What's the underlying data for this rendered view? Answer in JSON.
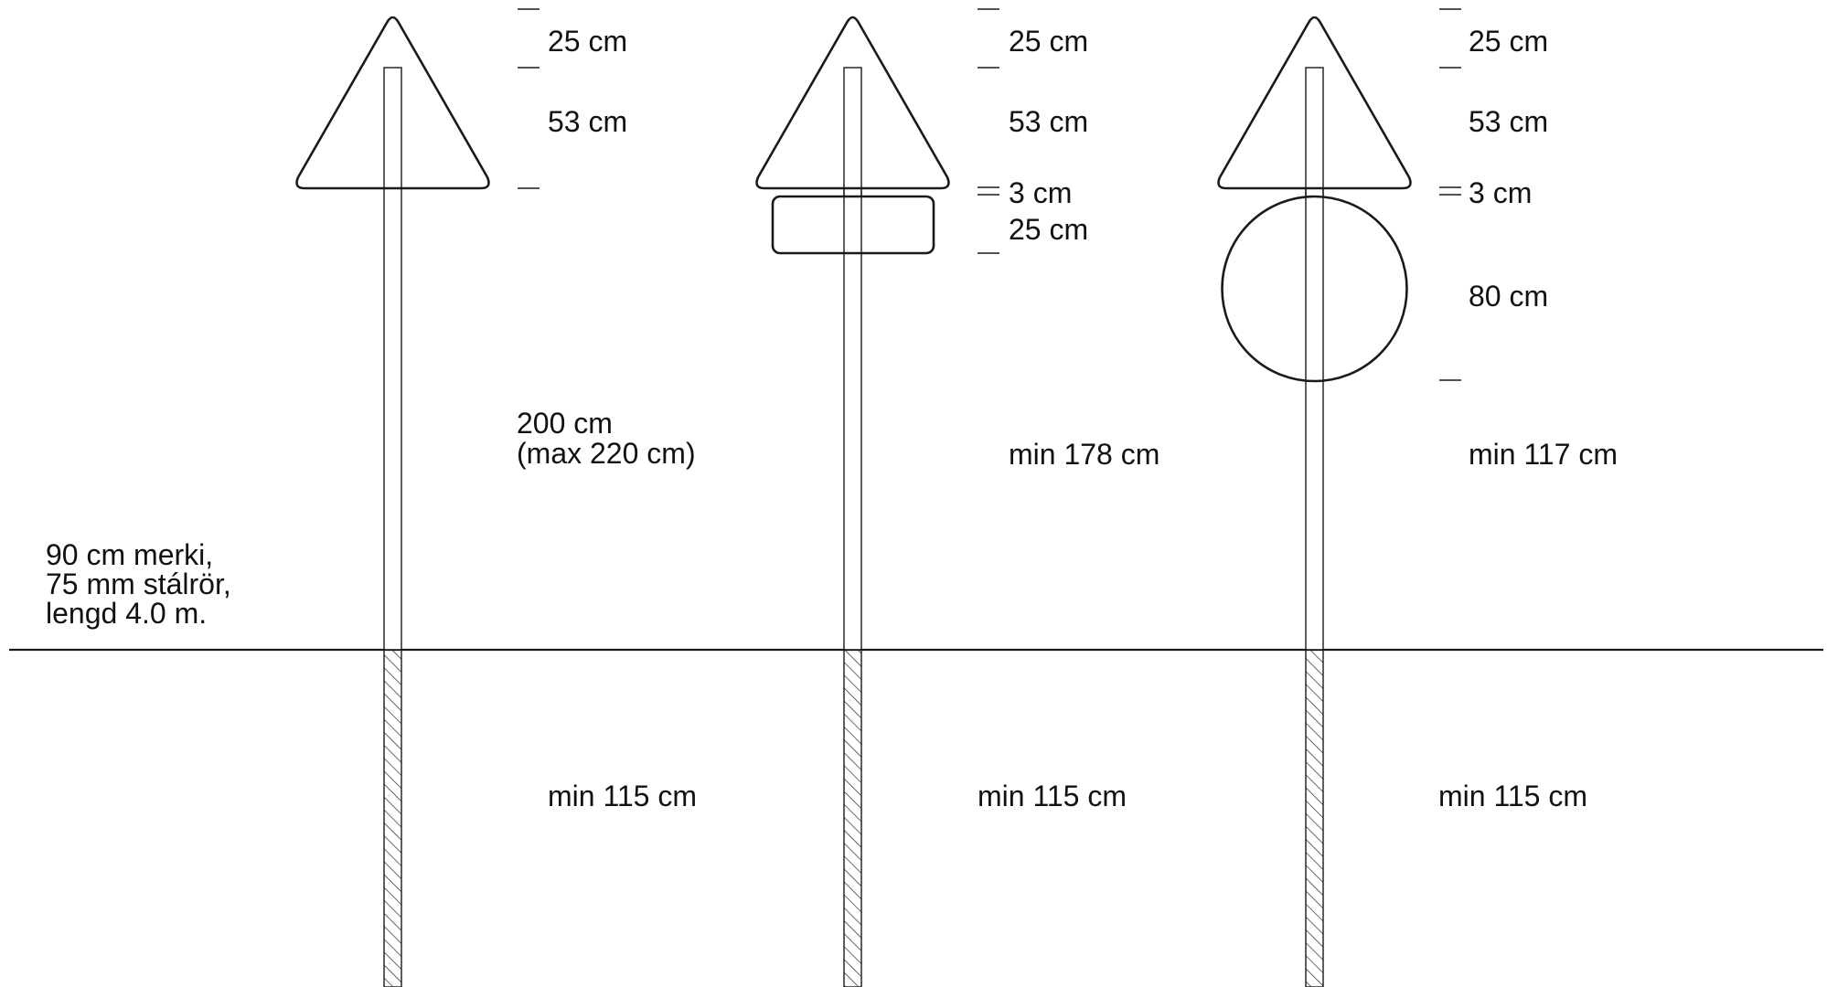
{
  "note": {
    "lines": [
      "90 cm merki,",
      "75 mm stálrör,",
      "lengd 4.0 m."
    ]
  },
  "signs": [
    {
      "type": "triangle-only",
      "dimensions": [
        "25 cm",
        "53 cm"
      ],
      "clearance_lines": [
        "200 cm",
        "(max 220 cm)"
      ],
      "buried": "min 115 cm"
    },
    {
      "type": "triangle-with-plate",
      "dimensions": [
        "25 cm",
        "53 cm",
        "3 cm",
        "25 cm"
      ],
      "clearance": "min 178 cm",
      "buried": "min 115 cm"
    },
    {
      "type": "triangle-with-circle",
      "dimensions": [
        "25 cm",
        "53 cm",
        "3 cm",
        "80 cm"
      ],
      "clearance": "min 117 cm",
      "buried": "min 115 cm"
    }
  ]
}
